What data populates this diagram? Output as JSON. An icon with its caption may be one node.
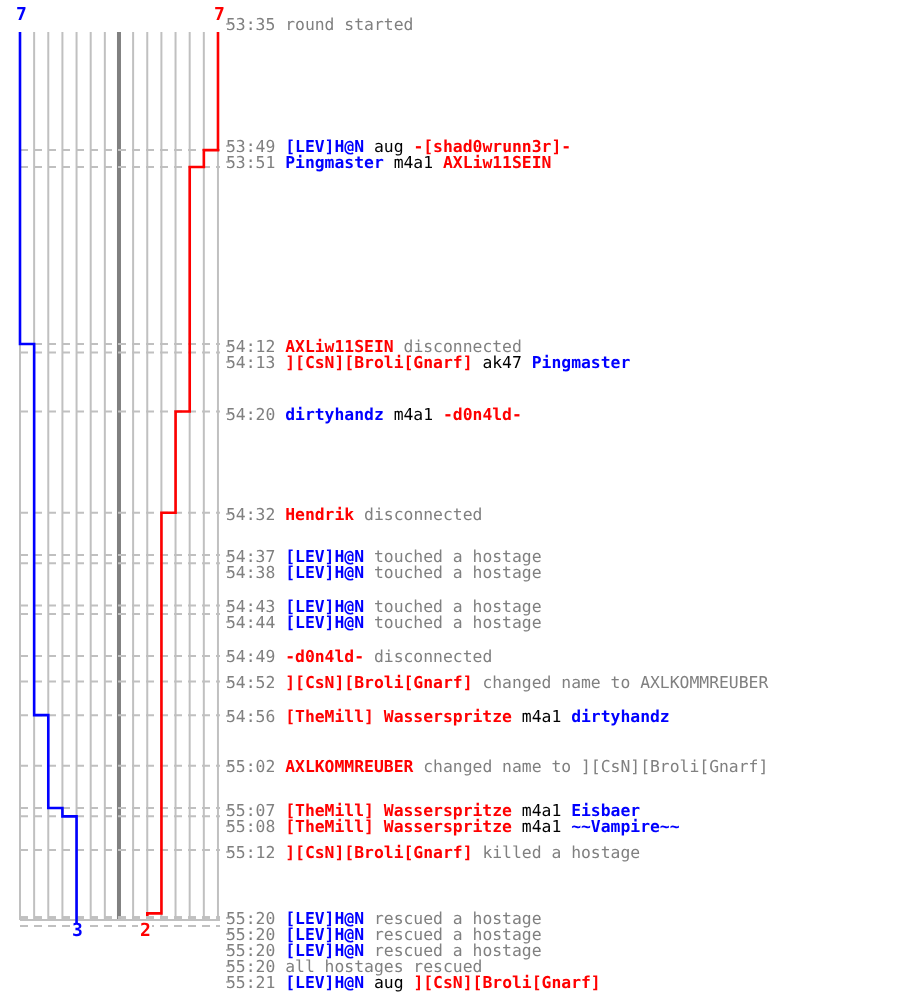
{
  "diagram": {
    "labels": [
      "7",
      "7",
      "53:35",
      "round started",
      "53:49",
      "[LEV]H@N",
      "aug",
      "-[shad0wrunn3r]-",
      "53:51",
      "Pingmaster",
      "m4a1",
      "AXLiw11SEIN",
      "54:12",
      "AXLiw11SEIN",
      "disconnected",
      "54:13",
      "][CsN][Broli[Gnarf]",
      "ak47",
      "Pingmaster",
      "54:20",
      "dirtyhandz",
      "m4a1",
      "-d0n4ld-",
      "54:32",
      "Hendrik",
      "disconnected",
      "54:37",
      "[LEV]H@N",
      "touched a hostage",
      "54:38",
      "[LEV]H@N",
      "touched a hostage",
      "54:43",
      "[LEV]H@N",
      "touched a hostage",
      "54:44",
      "[LEV]H@N",
      "touched a hostage",
      "54:49",
      "-d0n4ld-",
      "disconnected",
      "54:52",
      "][CsN][Broli[Gnarf]",
      "changed name to AXLKOMMREUBER",
      "54:56",
      "[TheMill] Wasserspritze",
      "m4a1",
      "dirtyhandz",
      "55:02",
      "AXLKOMMREUBER",
      "changed name to ][CsN][Broli[Gnarf]",
      "55:07",
      "[TheMill] Wasserspritze",
      "m4a1",
      "Eisbaer",
      "55:08",
      "[TheMill] Wasserspritze",
      "m4a1",
      "~~Vampire~~",
      "55:12",
      "][CsN][Broli[Gnarf]",
      "killed a hostage",
      "55:20",
      "[LEV]H@N",
      "rescued a hostage",
      "55:20",
      "[LEV]H@N",
      "rescued a hostage",
      "55:20",
      "[LEV]H@N",
      "rescued a hostage",
      "55:20",
      "all hostages rescued",
      "55:21",
      "[LEV]H@N",
      "aug",
      "][CsN][Broli[Gnarf]",
      "3",
      "2"
    ]
  }
}
